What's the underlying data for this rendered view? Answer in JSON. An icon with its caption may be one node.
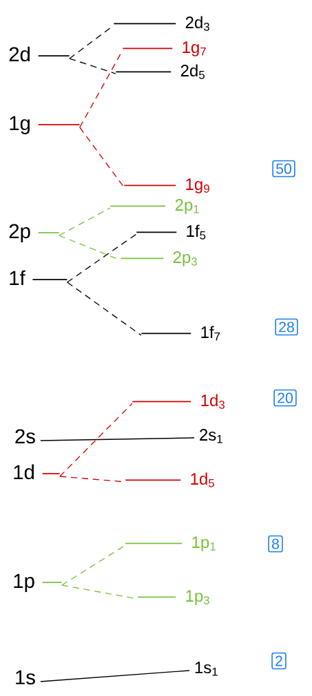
{
  "diagram": {
    "nodes": [
      {
        "text": [
          "2d"
        ]
      },
      {
        "text": [
          "2d$_{3}$"
        ]
      },
      {
        "text": [
          "1g$_{7}$"
        ]
      },
      {
        "text": [
          "2d$_{5}$"
        ]
      },
      {
        "text": [
          "1g"
        ]
      },
      {
        "text": [
          "1g$_{9}$"
        ]
      },
      {
        "text": [
          "50"
        ]
      },
      {
        "text": [
          "2p"
        ]
      },
      {
        "text": [
          "2p$_{1}$"
        ]
      },
      {
        "text": [
          "1f$_{5}$"
        ]
      },
      {
        "text": [
          "2p$_{3}$"
        ]
      },
      {
        "text": [
          "1f"
        ]
      },
      {
        "text": [
          "1f$_{7}$"
        ]
      },
      {
        "text": [
          "28"
        ]
      },
      {
        "text": [
          "1d$_{3}$"
        ]
      },
      {
        "text": [
          "20"
        ]
      },
      {
        "text": [
          "2s"
        ]
      },
      {
        "text": [
          "2s$_{1}$"
        ]
      },
      {
        "text": [
          "1d"
        ]
      },
      {
        "text": [
          "1d$_{5}$"
        ]
      },
      {
        "text": [
          "8"
        ]
      },
      {
        "text": [
          "1p"
        ]
      },
      {
        "text": [
          "1p$_{1}$"
        ]
      },
      {
        "text": [
          "1p$_{3}$"
        ]
      },
      {
        "text": [
          "1s"
        ]
      },
      {
        "text": [
          "1s$_{1}$"
        ]
      },
      {
        "text": [
          "2"
        ]
      }
    ],
    "edges": [
      {
        "from": 0,
        "to": 1,
        "arrow": "none",
        "style": "dashed"
      },
      {
        "from": 0,
        "to": 3,
        "arrow": "none",
        "style": "dashed"
      },
      {
        "from": 4,
        "to": 2,
        "arrow": "none",
        "style": "dashed",
        "color": "#d40000"
      },
      {
        "from": 4,
        "to": 5,
        "arrow": "none",
        "style": "dashed",
        "color": "#d40000"
      },
      {
        "from": 7,
        "to": 8,
        "arrow": "none",
        "style": "dashed",
        "color": "#77c13a"
      },
      {
        "from": 7,
        "to": 10,
        "arrow": "none",
        "style": "dashed",
        "color": "#77c13a"
      },
      {
        "from": 11,
        "to": 9,
        "arrow": "none",
        "style": "dashed"
      },
      {
        "from": 11,
        "to": 12,
        "arrow": "none",
        "style": "dashed"
      },
      {
        "from": 16,
        "to": 17,
        "arrow": "none"
      },
      {
        "from": 18,
        "to": 14,
        "arrow": "none",
        "style": "dashed",
        "color": "#d40000"
      },
      {
        "from": 18,
        "to": 19,
        "arrow": "none",
        "style": "dashed",
        "color": "#d40000"
      },
      {
        "from": 21,
        "to": 22,
        "arrow": "none",
        "style": "dashed",
        "color": "#77c13a"
      },
      {
        "from": 21,
        "to": 23,
        "arrow": "none",
        "style": "dashed",
        "color": "#77c13a"
      },
      {
        "from": 24,
        "to": 25,
        "arrow": "none"
      }
    ]
  }
}
